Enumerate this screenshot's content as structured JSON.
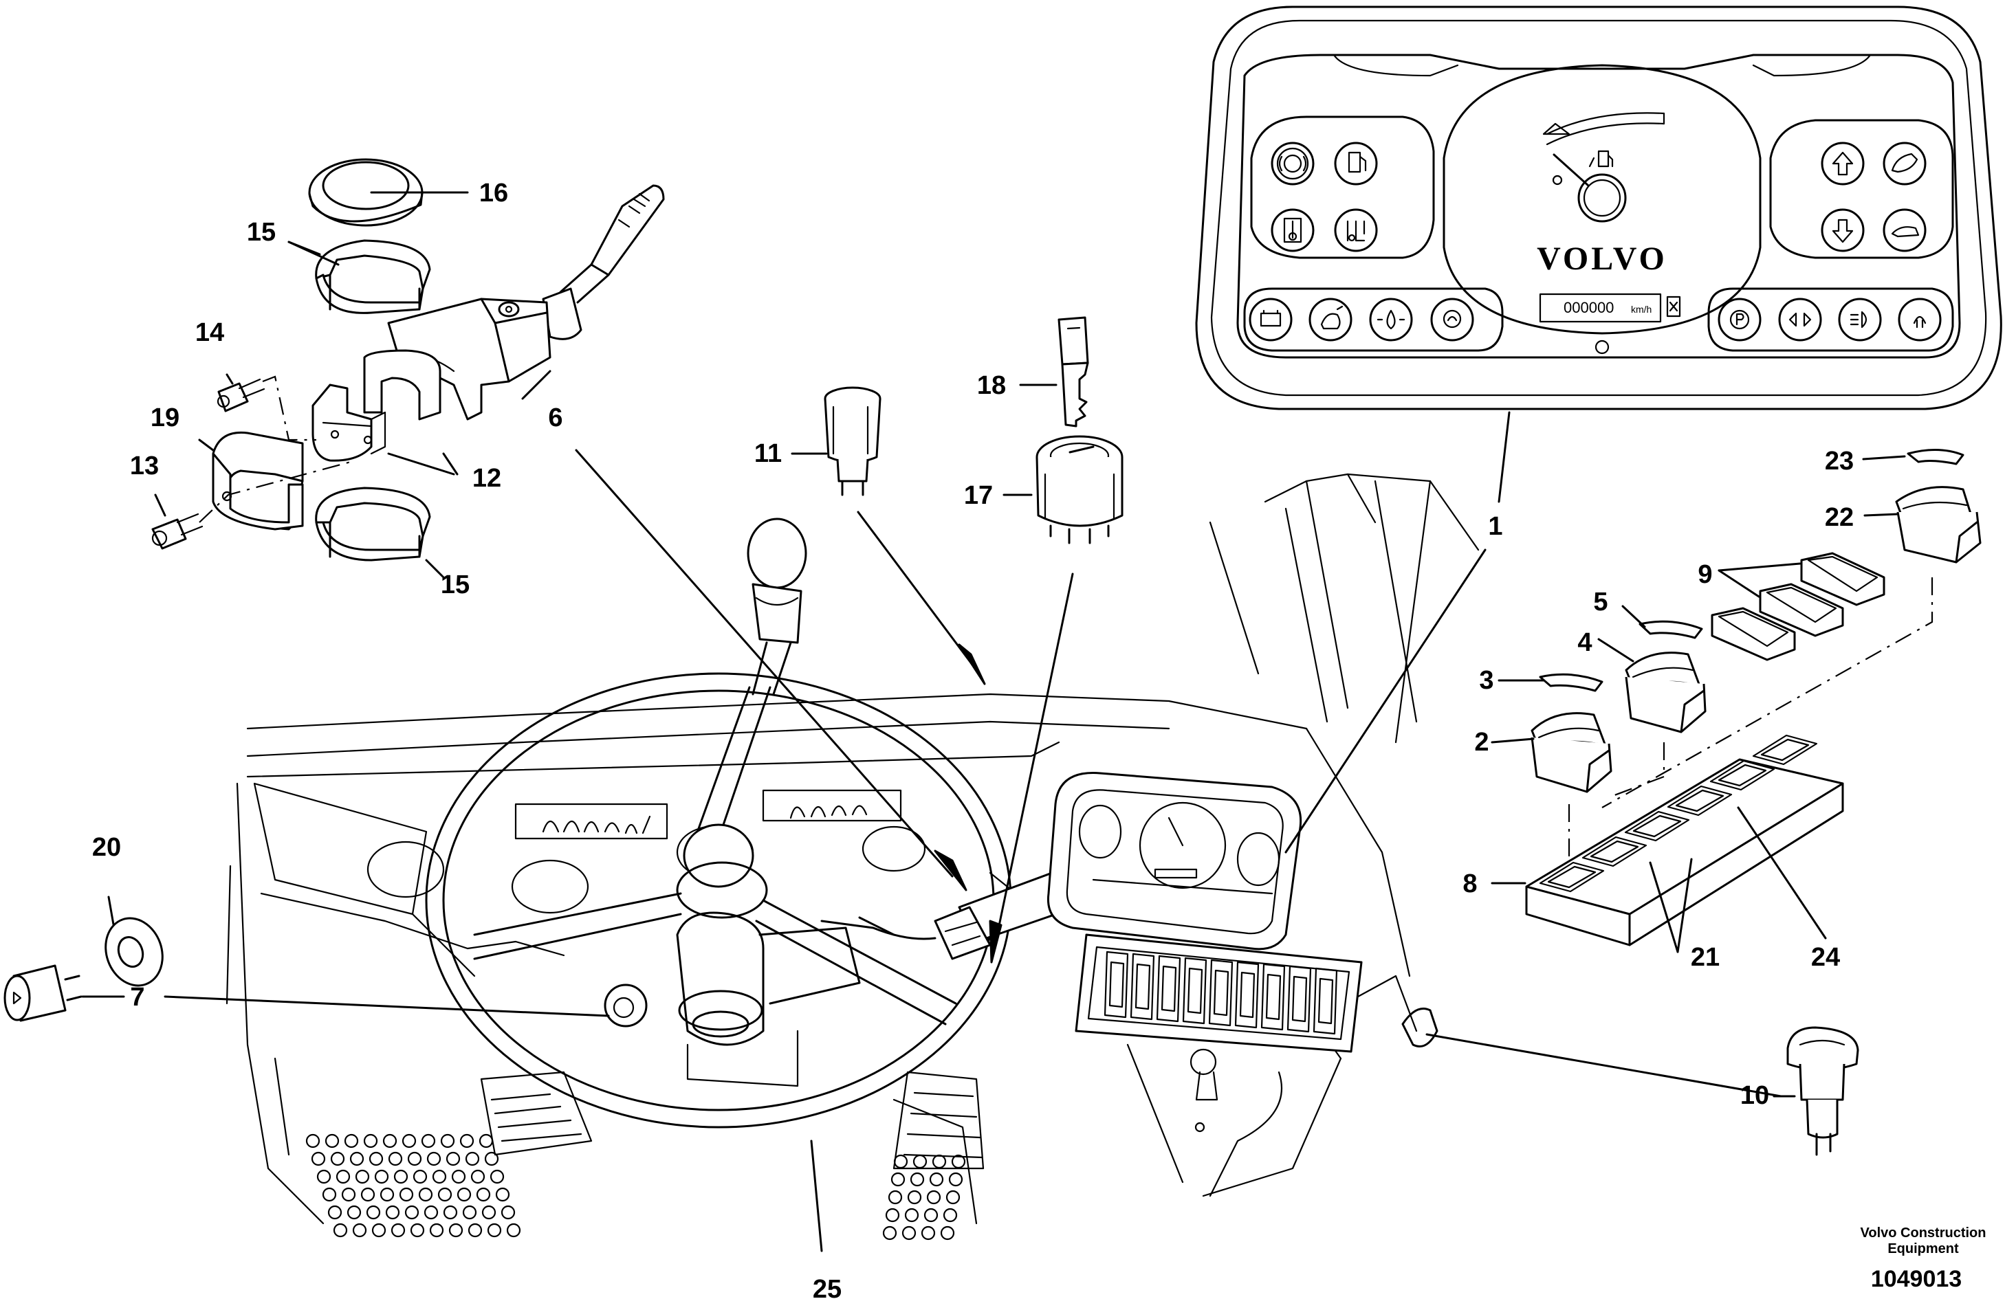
{
  "brand": "VOLVO",
  "odometer": {
    "value": "000000",
    "unit": "km/h"
  },
  "credit": {
    "line1": "Volvo Construction",
    "line2": "Equipment"
  },
  "doc_number": "1049013",
  "callouts": {
    "c1": "1",
    "c2": "2",
    "c3": "3",
    "c4": "4",
    "c5": "5",
    "c6": "6",
    "c7": "7",
    "c8": "8",
    "c9": "9",
    "c10": "10",
    "c11": "11",
    "c12": "12",
    "c13": "13",
    "c14": "14",
    "c15a": "15",
    "c15b": "15",
    "c16": "16",
    "c17": "17",
    "c18": "18",
    "c19": "19",
    "c20": "20",
    "c21": "21",
    "c22": "22",
    "c23": "23",
    "c24": "24",
    "c25": "25"
  }
}
